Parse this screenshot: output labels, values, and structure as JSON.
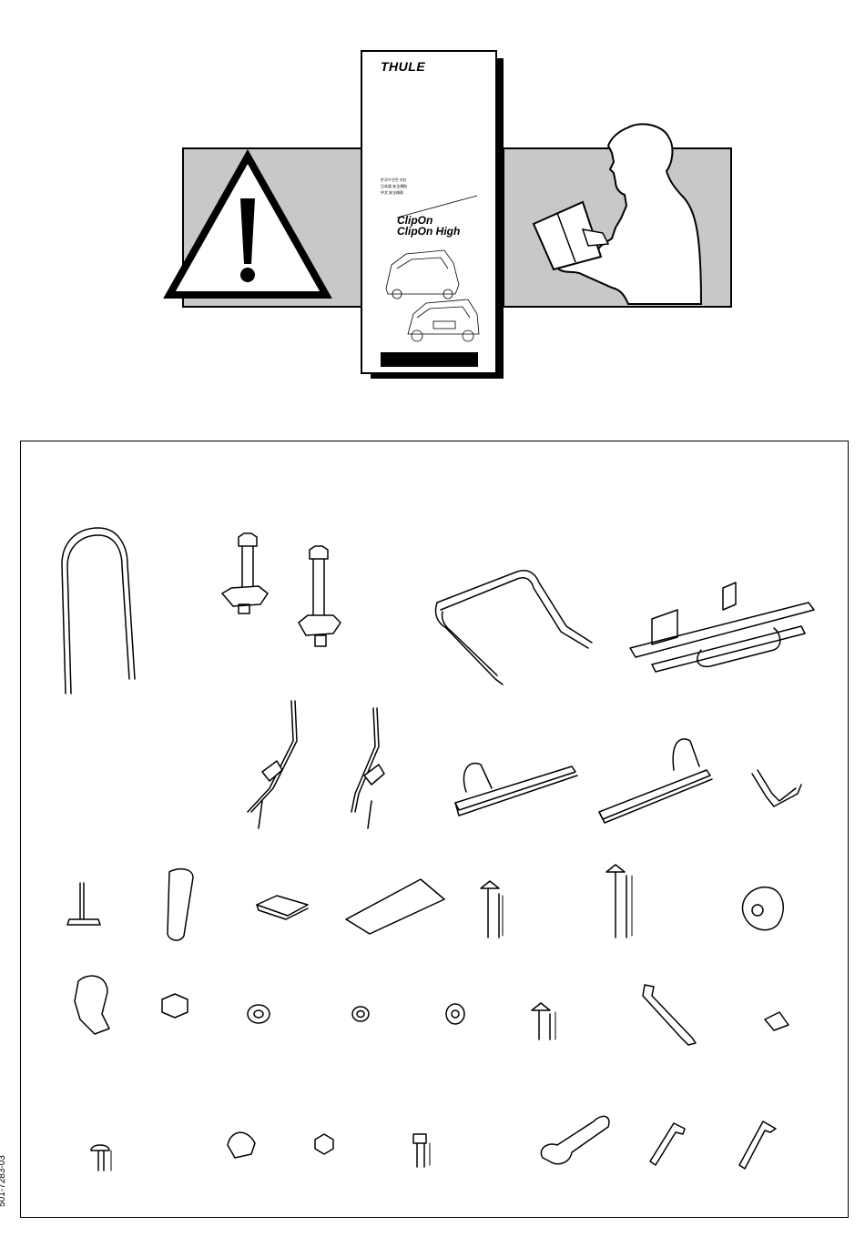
{
  "manual": {
    "brand": "THULE",
    "lang_1": "한국어   안전 지침",
    "lang_2": "日本語   安全規則",
    "lang_3": "中文      安全條款",
    "model_1": "ClipOn",
    "model_2": "ClipOn High"
  },
  "document_number": "501-7283-03",
  "icons": [
    "warning-triangle-icon",
    "reading-person-illustration"
  ]
}
